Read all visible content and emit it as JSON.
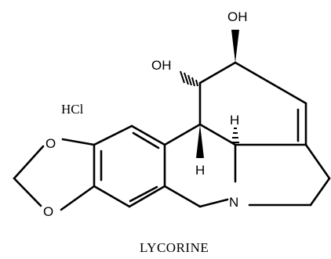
{
  "molecule": {
    "name": "LYCORINE",
    "salt": "HCl",
    "atoms": {
      "hydroxyl_top": "OH",
      "hydroxyl_left": "OH",
      "hydrogen_bridge_top": "H",
      "hydrogen_bridge_bottom": "H",
      "nitrogen": "N",
      "oxygen_upper": "O",
      "oxygen_lower": "O"
    }
  }
}
